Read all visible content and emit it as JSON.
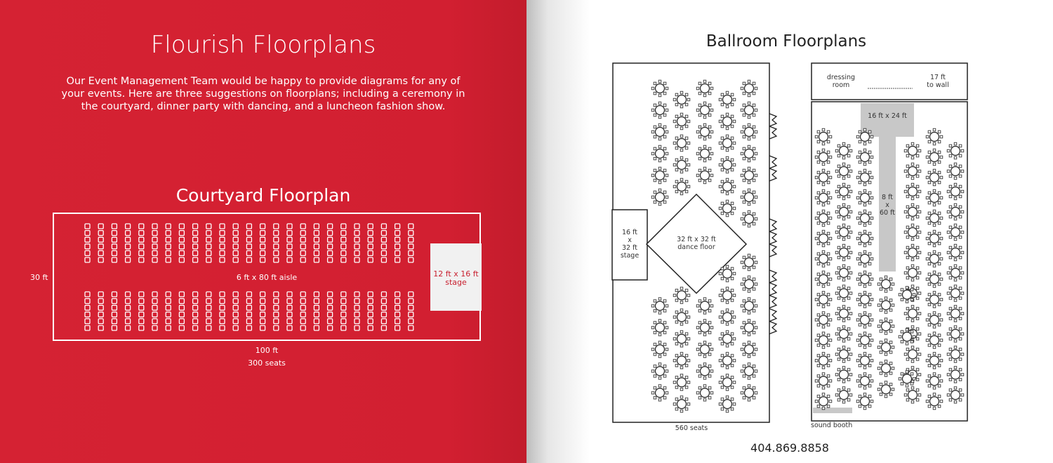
{
  "left_page": {
    "title": "Flourish Floorplans",
    "intro": "Our Event Management Team would be happy to provide diagrams for any of your events. Here are three suggestions on floorplans; including a ceremony in the courtyard, dinner party with dancing, and a luncheon fashion show.",
    "courtyard": {
      "heading": "Courtyard Floorplan",
      "width_label": "30 ft",
      "aisle_label": "6 ft x 80 ft aisle",
      "stage_size": "12 ft x 16 ft",
      "stage_label": "stage",
      "length_label": "100 ft",
      "seats_label": "300 seats"
    }
  },
  "right_page": {
    "title": "Ballroom Floorplans",
    "plan_a": {
      "stage_line1": "16 ft",
      "stage_line2": "x",
      "stage_line3": "32 ft",
      "stage_line4": "stage",
      "dance_line1": "32 ft x 32 ft",
      "dance_line2": "dance floor",
      "seats_label": "560 seats"
    },
    "plan_b": {
      "dressing_line1": "dressing",
      "dressing_line2": "room",
      "wall_line1": "17 ft",
      "wall_line2": "to wall",
      "runway_top_label": "16 ft x 24 ft",
      "runway_line1": "8 ft",
      "runway_line2": "x",
      "runway_line3": "60 ft",
      "sound_booth_label": "sound booth"
    },
    "phone": "404.869.8858"
  },
  "colors": {
    "brand_red": "#d52233",
    "white": "#ffffff",
    "stage_gray": "#f1f1f1",
    "runway_gray": "#c8c8c8"
  }
}
